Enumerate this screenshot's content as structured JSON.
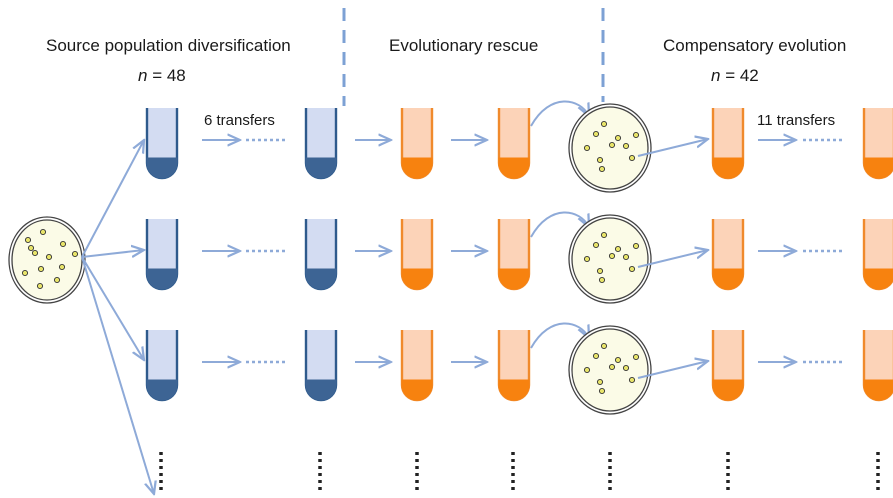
{
  "sections": [
    {
      "title": "Source population diversification",
      "n_label": "n",
      "n_value": "= 48"
    },
    {
      "title": "Evolutionary rescue"
    },
    {
      "title": "Compensatory evolution",
      "n_label": "n",
      "n_value": "= 42"
    }
  ],
  "transfer_labels": {
    "stage1": "6 transfers",
    "stage3": "11 transfers"
  },
  "colors": {
    "blue_tube_fill": "#d3dcf2",
    "blue_tube_outline": "#2e5a8c",
    "blue_tube_bottom": "#3d6494",
    "orange_tube_fill": "#fcd3b8",
    "orange_tube_outline": "#f08a2c",
    "orange_tube_bottom": "#f7820f",
    "arrow": "#8eaad8",
    "divider": "#7da1d4",
    "plate_fill": "#fbfbe7",
    "colony": "#e8e46a"
  }
}
